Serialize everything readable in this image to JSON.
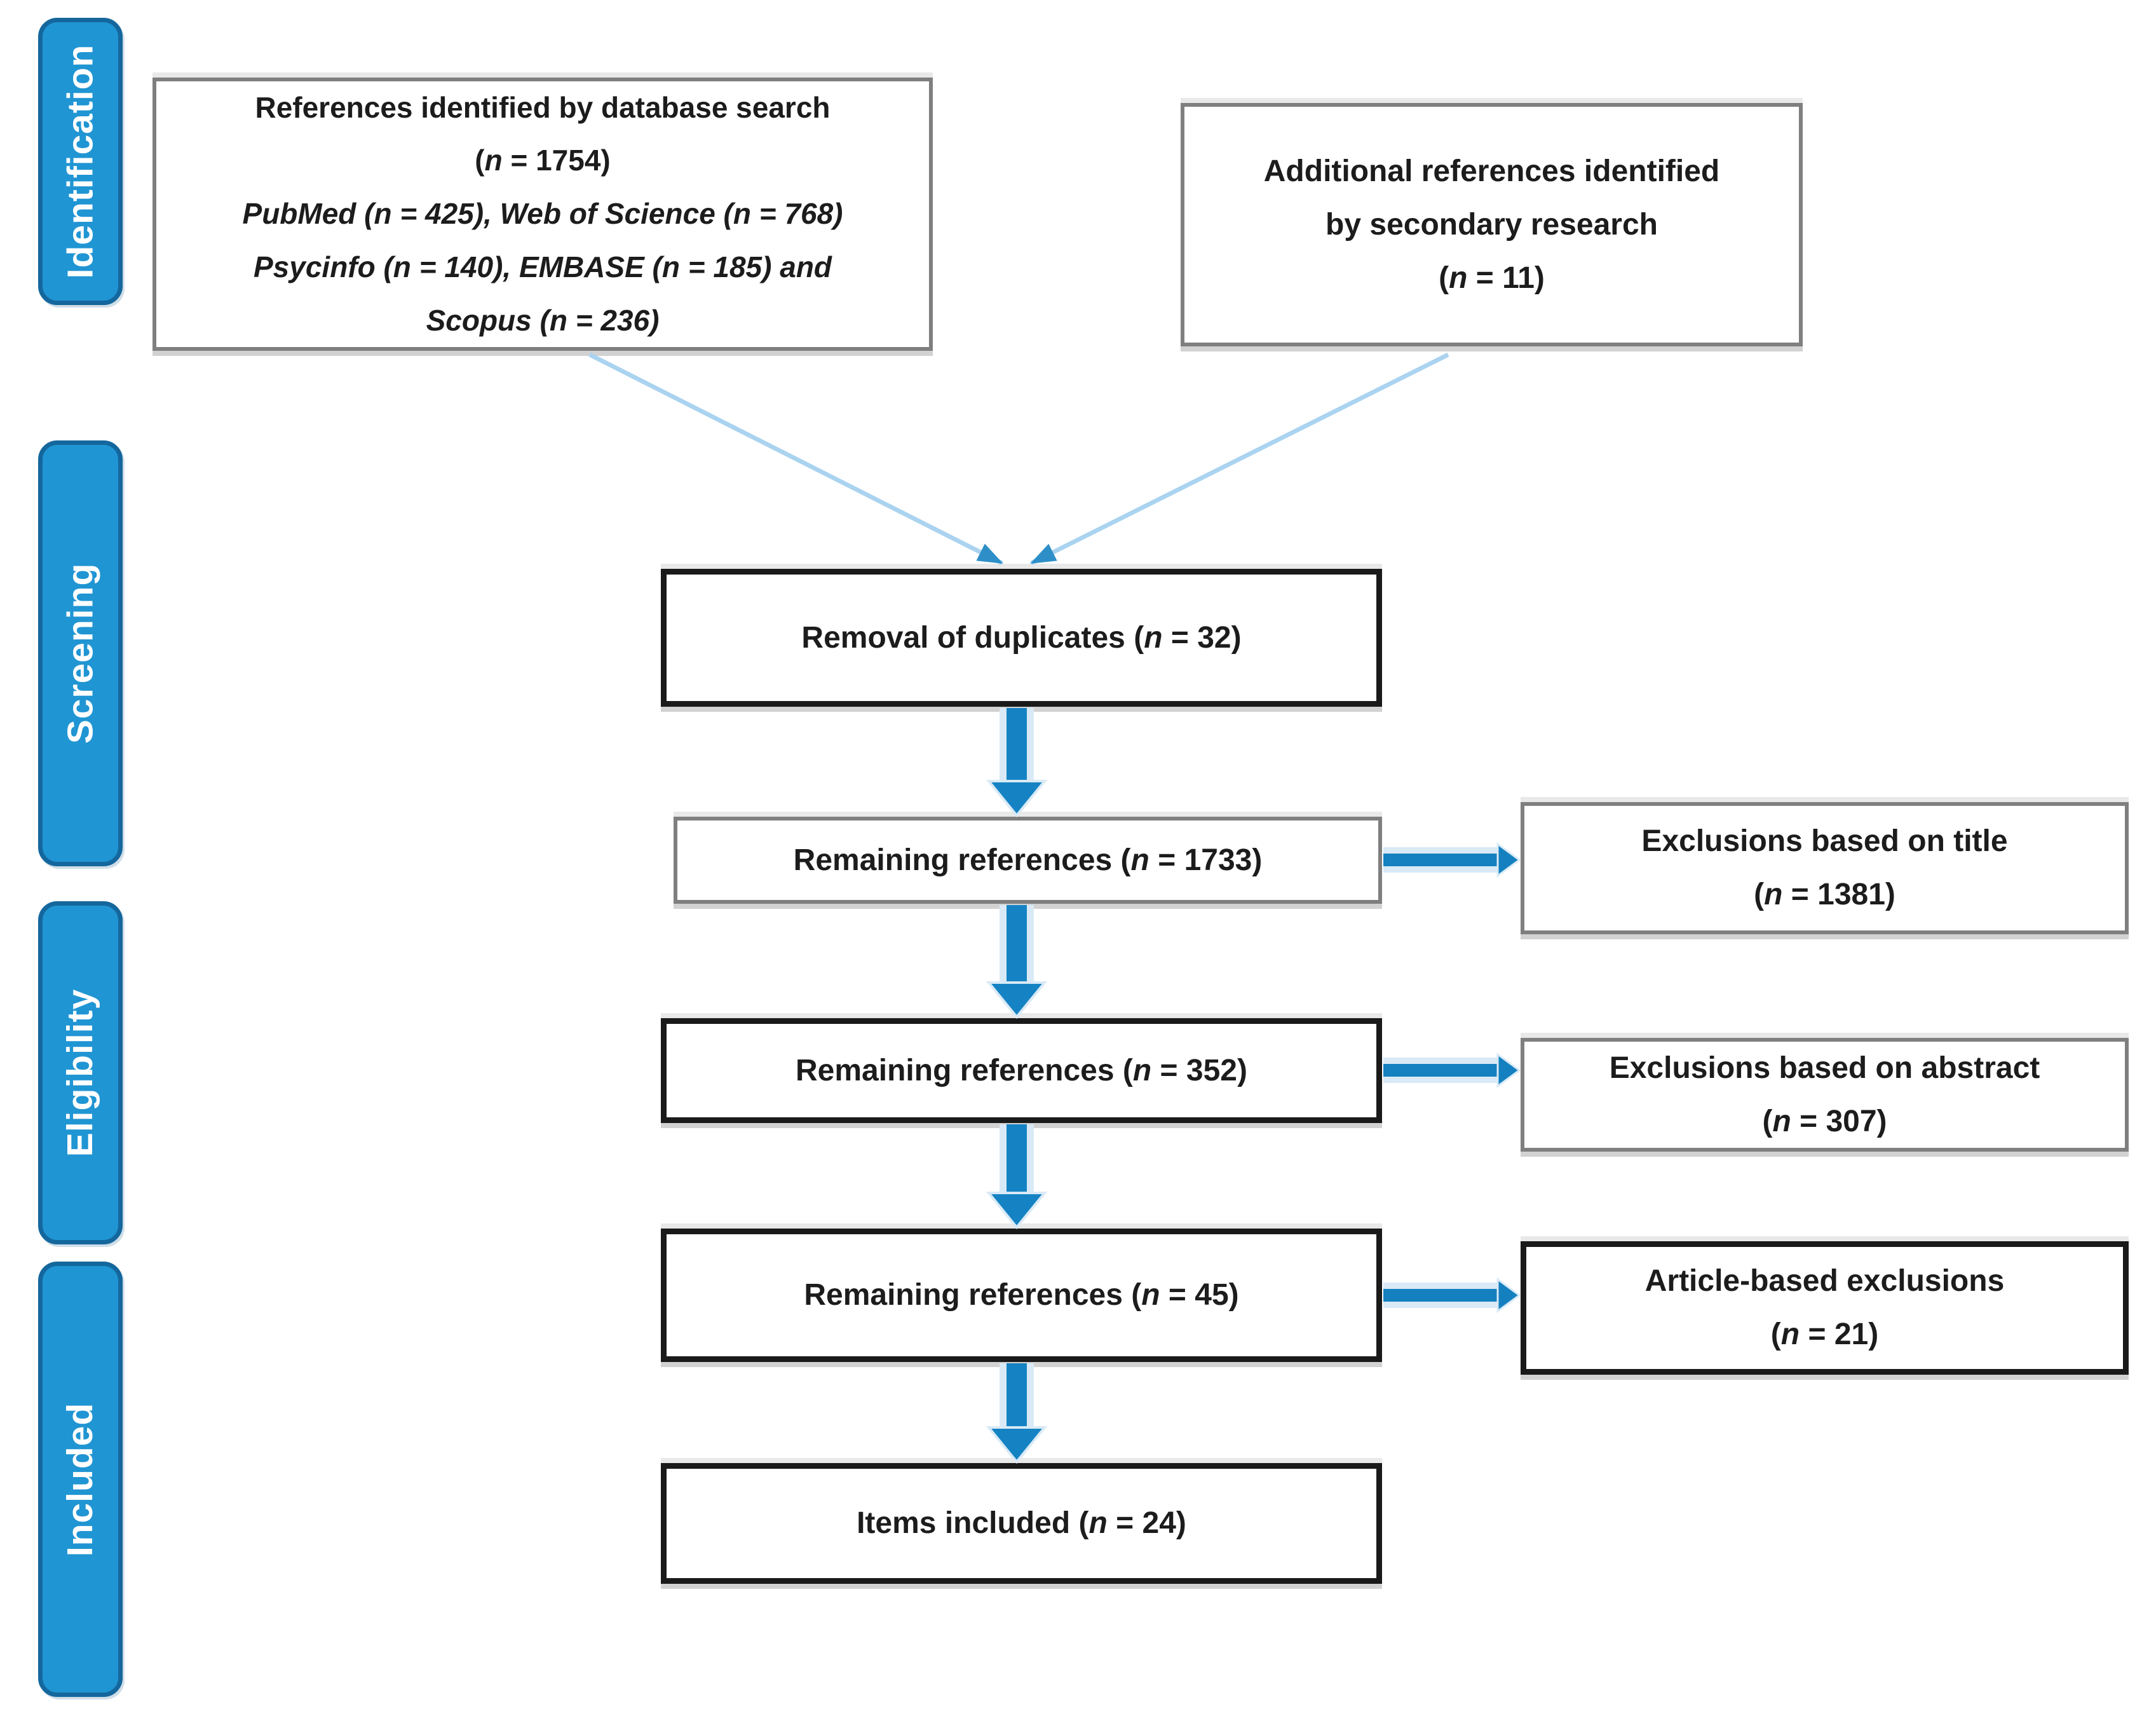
{
  "colors": {
    "stage_fill": "#2095d3",
    "stage_border": "#14679d",
    "stage_text": "#ffffff",
    "arrow_blue": "#1583c3",
    "arrow_glow": "#d9eaf6",
    "connector_light_blue": "#aad3f0",
    "box_border_gray": "#7f7f7f",
    "box_border_black": "#1a1a1a",
    "text": "#1c1c1c"
  },
  "stages": [
    {
      "label": "Identification"
    },
    {
      "label": "Screening"
    },
    {
      "label": "Eligibility"
    },
    {
      "label": "Included"
    }
  ],
  "boxes": {
    "database": {
      "title": "References identified by database search",
      "count": {
        "pre": "(",
        "n": "n",
        "post": " = 1754)"
      },
      "details": [
        "PubMed (n = 425), Web of Science (n = 768)",
        "Psycinfo (n = 140), EMBASE (n = 185) and",
        "Scopus (n = 236)"
      ]
    },
    "secondary": {
      "line1": "Additional references identified",
      "line2": "by secondary research",
      "count": {
        "pre": "(",
        "n": "n",
        "post": " = 11)"
      }
    },
    "removal": {
      "pre": "Removal of duplicates (",
      "n": "n",
      "post": " = 32)"
    },
    "remaining1": {
      "pre": "Remaining references (",
      "n": "n",
      "post": " = 1733)"
    },
    "excl1": {
      "line1": "Exclusions based on title",
      "count": {
        "pre": "(",
        "n": "n",
        "post": " = 1381)"
      }
    },
    "remaining2": {
      "pre": "Remaining references (",
      "n": "n",
      "post": " = 352)"
    },
    "excl2": {
      "line1": "Exclusions based on abstract",
      "count": {
        "pre": "(",
        "n": "n",
        "post": " = 307)"
      }
    },
    "remaining3": {
      "pre": "Remaining references (",
      "n": "n",
      "post": " = 45)"
    },
    "excl3": {
      "line1": "Article-based exclusions",
      "count": {
        "pre": "(",
        "n": "n",
        "post": " = 21)"
      }
    },
    "included": {
      "pre": "Items included (",
      "n": "n",
      "post": " = 24)"
    }
  }
}
